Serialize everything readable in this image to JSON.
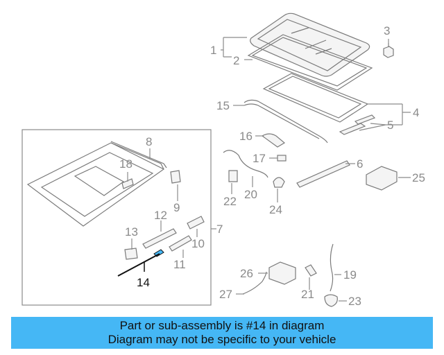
{
  "diagram": {
    "labels": [
      "1",
      "2",
      "3",
      "4",
      "5",
      "6",
      "7",
      "8",
      "9",
      "10",
      "11",
      "12",
      "13",
      "14",
      "15",
      "16",
      "17",
      "18",
      "19",
      "20",
      "21",
      "22",
      "23",
      "24",
      "25",
      "26",
      "27"
    ],
    "highlighted_part": "14",
    "colors": {
      "line": "#8a8a8a",
      "highlight": "#111111",
      "part_highlight": "#45b7f5"
    }
  },
  "banner": {
    "line1": "Part or sub-assembly is #14 in diagram",
    "line2": "Diagram may not be specific to your vehicle",
    "background": "#45b7f5"
  }
}
